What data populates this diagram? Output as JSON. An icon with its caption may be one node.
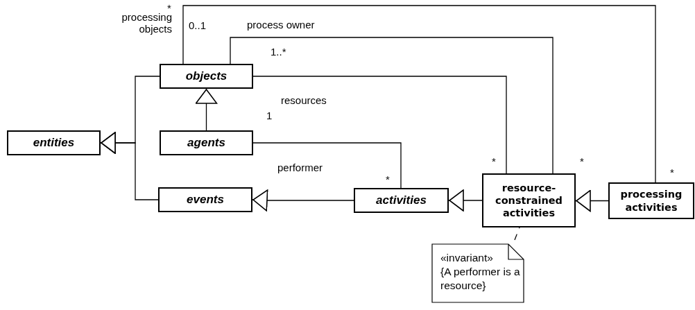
{
  "diagram": {
    "nodes": [
      {
        "text": [
          "objects"
        ]
      },
      {
        "text": [
          "entities"
        ]
      },
      {
        "text": [
          "agents"
        ]
      },
      {
        "text": [
          "events"
        ]
      },
      {
        "text": [
          "activities"
        ]
      },
      {
        "text": [
          "resource-constrained activities"
        ]
      },
      {
        "text": [
          "processing activities"
        ]
      },
      {
        "text": [
          "«invariant»",
          "{A performer is a resource}"
        ]
      }
    ],
    "edges": [
      {
        "from": 2,
        "to": 0,
        "arrow": "to"
      },
      {
        "from": 0,
        "to": 1,
        "arrow": "to"
      },
      {
        "from": 3,
        "to": 1,
        "arrow": "to"
      },
      {
        "from": 4,
        "to": 3,
        "arrow": "to"
      },
      {
        "from": 5,
        "to": 4,
        "arrow": "to"
      },
      {
        "from": 6,
        "to": 5,
        "arrow": "to"
      },
      {
        "from": 0,
        "to": 5,
        "arrow": "none",
        "label": "resources"
      },
      {
        "from": 2,
        "to": 4,
        "arrow": "none",
        "label": "performer"
      },
      {
        "from": 0,
        "to": 5,
        "arrow": "none",
        "label": "process owner"
      },
      {
        "from": 0,
        "to": 6,
        "arrow": "none",
        "label": "processing objects"
      },
      {
        "from": 7,
        "to": 5,
        "arrow": "none",
        "style": "dashed"
      }
    ],
    "labels": [
      "*",
      "0..1",
      "1..*",
      "1",
      "*",
      "*",
      "*",
      "*"
    ]
  }
}
